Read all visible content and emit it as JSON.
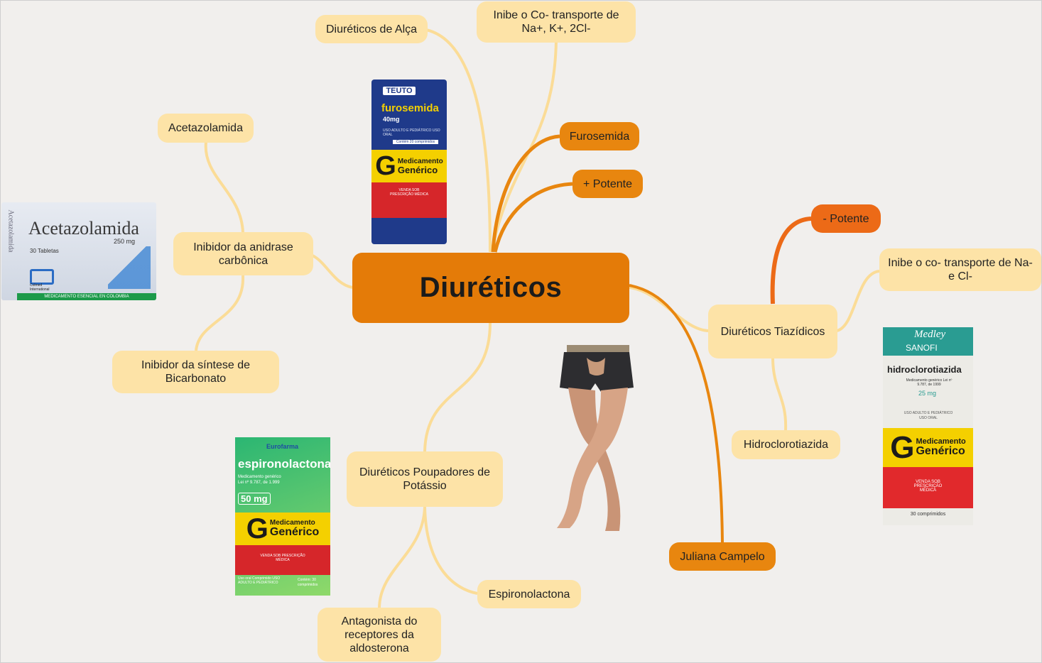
{
  "central": {
    "label": "Diuréticos"
  },
  "nodes": {
    "alca": "Diuréticos de Alça",
    "co_transporte_alca": "Inibe o Co- transporte de Na+, K+, 2Cl-",
    "furosemida": "Furosemida",
    "mais_potente": "+ Potente",
    "acetazolamida": "Acetazolamida",
    "anidrase": "Inibidor da anidrase carbônica",
    "bicarbonato": "Inibidor da síntese de Bicarbonato",
    "menos_potente": "- Potente",
    "co_transporte_tiazidicos": "Inibe o co- transporte de Na- e Cl-",
    "tiazidicos": "Diuréticos Tiazídicos",
    "hidroclorotiazida": "Hidroclorotiazida",
    "juliana": "Juliana Campelo",
    "poupadores": "Diuréticos Poupadores de Potássio",
    "espironolactona": "Espironolactona",
    "antagonista": "Antagonista do receptores da aldosterona"
  },
  "images": {
    "furosemida_box": {
      "brand": "TEUTO",
      "name": "furosemida",
      "dose": "40mg",
      "use": "USO ADULTO E PEDIÁTRICO USO ORAL",
      "count": "Contém 20 comprimidos",
      "generic_line1": "Medicamento",
      "generic_line2": "Genérico",
      "sale": "VENDA SOB PRESCRIÇÃO MÉDICA"
    },
    "acetazolamida_box": {
      "name": "Acetazolamida",
      "dose": "250 mg",
      "count": "30 Tabletas",
      "side": "Acetazolamida",
      "company": "Colmed International",
      "footer": "MEDICAMENTO ESENCIAL EN COLOMBIA"
    },
    "espironolactona_box": {
      "brand": "Eurofarma",
      "name": "espironolactona",
      "sub": "Medicamento genérico Lei nº 9.787, de 1.999",
      "dose": "50 mg",
      "generic_line1": "Medicamento",
      "generic_line2": "Genérico",
      "sale": "VENDA SOB PRESCRIÇÃO MÉDICA",
      "use": "Uso oral Comprimido USO ADULTO E PEDIÁTRICO",
      "count": "Contém: 30 comprimidos"
    },
    "hidroclorotiazida_box": {
      "brand": "Medley",
      "company": "SANOFI",
      "name": "hidroclorotiazida",
      "sub": "Medicamento genérico Lei nº 9.787, de 1999",
      "dose": "25 mg",
      "use": "USO ADULTO E PEDIÁTRICO USO ORAL",
      "generic_line1": "Medicamento",
      "generic_line2": "Genérico",
      "sale": "VENDA SOB PRESCRIÇÃO MÉDICA",
      "count": "30 comprimidos"
    }
  },
  "colors": {
    "background": "#f1efed",
    "central": "#e47b08",
    "pale_node": "#fde3a7",
    "orange_node": "#e8860f",
    "red_node": "#ec6a17",
    "pale_link": "#fbdc97",
    "orange_link": "#e8860f"
  }
}
